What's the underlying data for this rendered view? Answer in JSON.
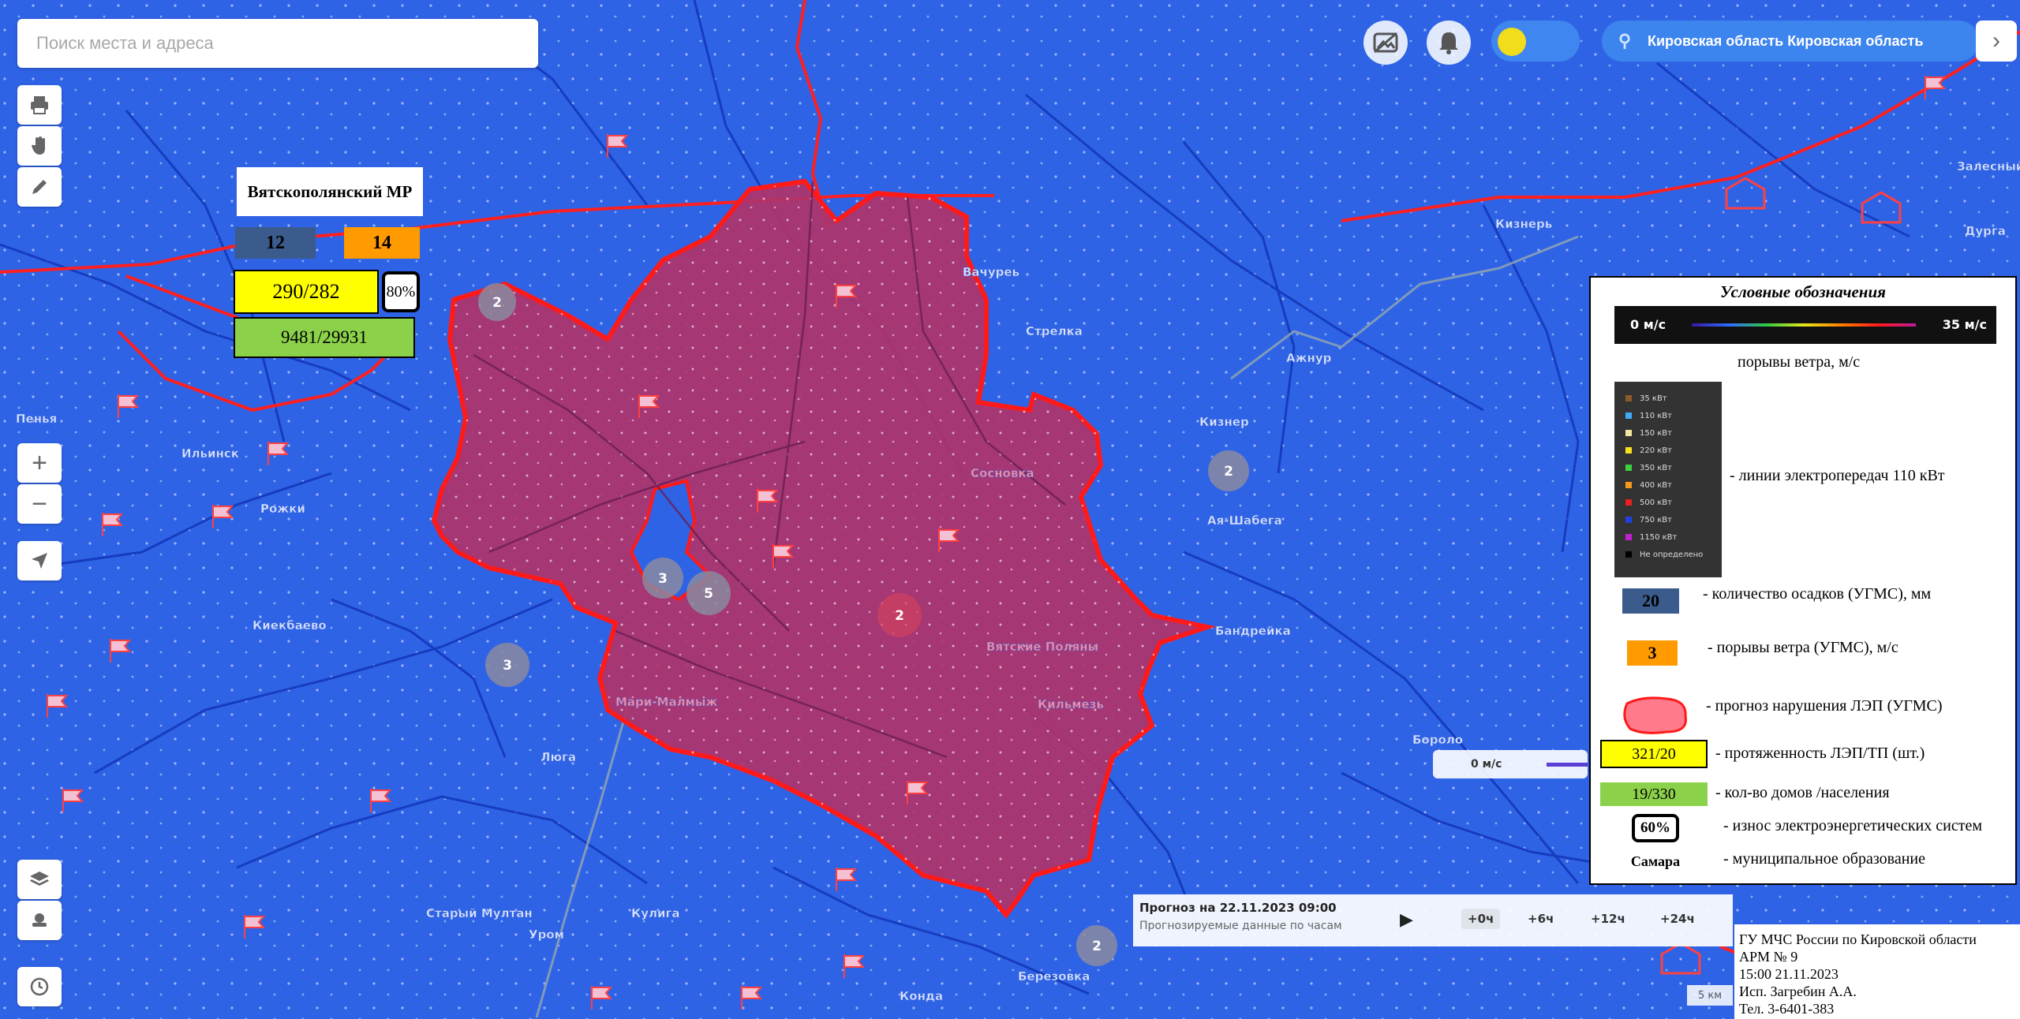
{
  "search": {
    "placeholder": "Поиск места и адреса"
  },
  "region_selector": {
    "label": "Кировская область Кировская область"
  },
  "district_stats": {
    "name": "Вятскополянский МР",
    "precipitation_mm": "12",
    "wind_gust_ms": "14",
    "powerline_tp": "290/282",
    "wear_percent": "80%",
    "houses_population": "9481/29931"
  },
  "legend": {
    "title": "Условные обозначения",
    "wind_scale": {
      "min": "0 м/с",
      "max": "35 м/с"
    },
    "wind_caption": "порывы ветра, м/с",
    "power_lines": [
      {
        "label": "35 кВт",
        "color": "#8b5a2b"
      },
      {
        "label": "110 кВт",
        "color": "#3fa9f5"
      },
      {
        "label": "150 кВт",
        "color": "#f3e7a0"
      },
      {
        "label": "220 кВт",
        "color": "#f5e11d"
      },
      {
        "label": "350 кВт",
        "color": "#3ed13e"
      },
      {
        "label": "400 кВт",
        "color": "#f59a1d"
      },
      {
        "label": "500 кВт",
        "color": "#e82020"
      },
      {
        "label": "750 кВт",
        "color": "#2140e0"
      },
      {
        "label": "1150 кВт",
        "color": "#c020d0"
      },
      {
        "label": "Не определено",
        "color": "#000000"
      }
    ],
    "power_lines_caption": "- линии электропередач 110 кВт",
    "items": [
      {
        "sample": "20",
        "text": "- количество осадков (УГМС), мм"
      },
      {
        "sample": "3",
        "text": "- порывы ветра (УГМС), м/с"
      },
      {
        "sample": "",
        "text": "- прогноз нарушения ЛЭП (УГМС)"
      },
      {
        "sample": "321/20",
        "text": "- протяженность ЛЭП/ТП (шт.)"
      },
      {
        "sample": "19/330",
        "text": "- кол-во домов /населения"
      },
      {
        "sample": "60%",
        "text": "- износ электроэнергетических систем"
      },
      {
        "sample": "Самара",
        "text": "- муниципальное образование"
      }
    ]
  },
  "forecast": {
    "title": "Прогноз на 22.11.2023 09:00",
    "subtitle": "Прогнозируемые данные по часам",
    "steps": [
      "+0ч",
      "+6ч",
      "+12ч",
      "+24ч"
    ]
  },
  "wind_widget": {
    "label": "0 м/с"
  },
  "scale_label": "5 км",
  "map_labels": [
    "Вачуреь",
    "Стрелка",
    "Кизнер",
    "Ая-Шабега",
    "Бандрейка",
    "Сосновка",
    "Вятские Поляны",
    "Мари-Малмыж",
    "Кильмезь",
    "Люга",
    "Ильинск",
    "Рожки",
    "Пенья",
    "Киекбаево",
    "Старый Мултан",
    "Кулига",
    "Березовка",
    "Кизнерь",
    "Конда",
    "Ажнур",
    "Уром",
    "Залесный",
    "Дурга",
    "Бороло"
  ],
  "cluster_counts": [
    "2",
    "2",
    "3",
    "5",
    "2",
    "3",
    "2"
  ],
  "info_panel": {
    "line1": "ГУ МЧС России по Кировской области",
    "line2": "АРМ № 9",
    "line3": "15:00  21.11.2023",
    "line4": "Исп.  Загребин А.А.",
    "line5": "Тел. 3-6401-383"
  },
  "colors": {
    "map_background": "#2f63e6",
    "risk_zone_fill": "#b0336a",
    "risk_zone_border": "#ff1a1a",
    "precipitation_badge": "#3b5b8c",
    "wind_badge": "#ff9a00",
    "powerline_badge": "#ffff00",
    "houses_badge": "#8cd14a"
  }
}
